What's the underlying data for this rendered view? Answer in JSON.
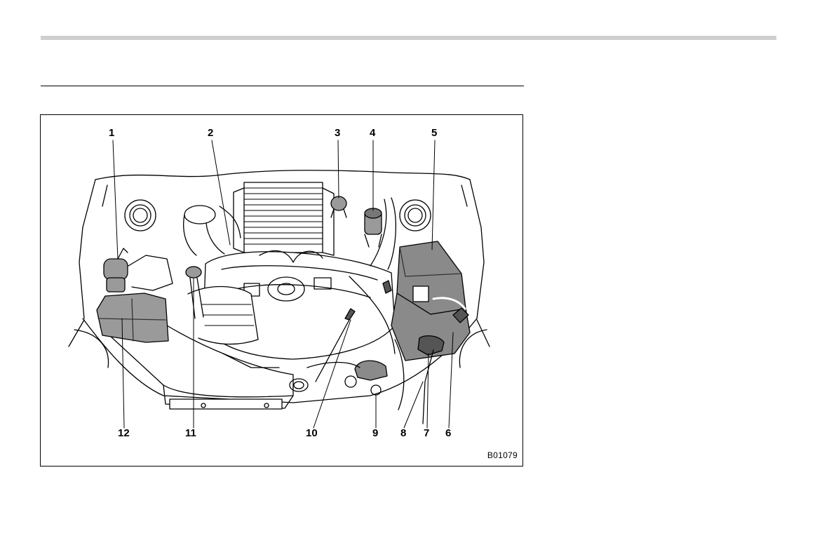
{
  "figure": {
    "code": "B01079",
    "callouts_top": [
      "1",
      "2",
      "3",
      "4",
      "5"
    ],
    "callouts_bottom": [
      "12",
      "11",
      "10",
      "9",
      "8",
      "7",
      "6"
    ]
  }
}
